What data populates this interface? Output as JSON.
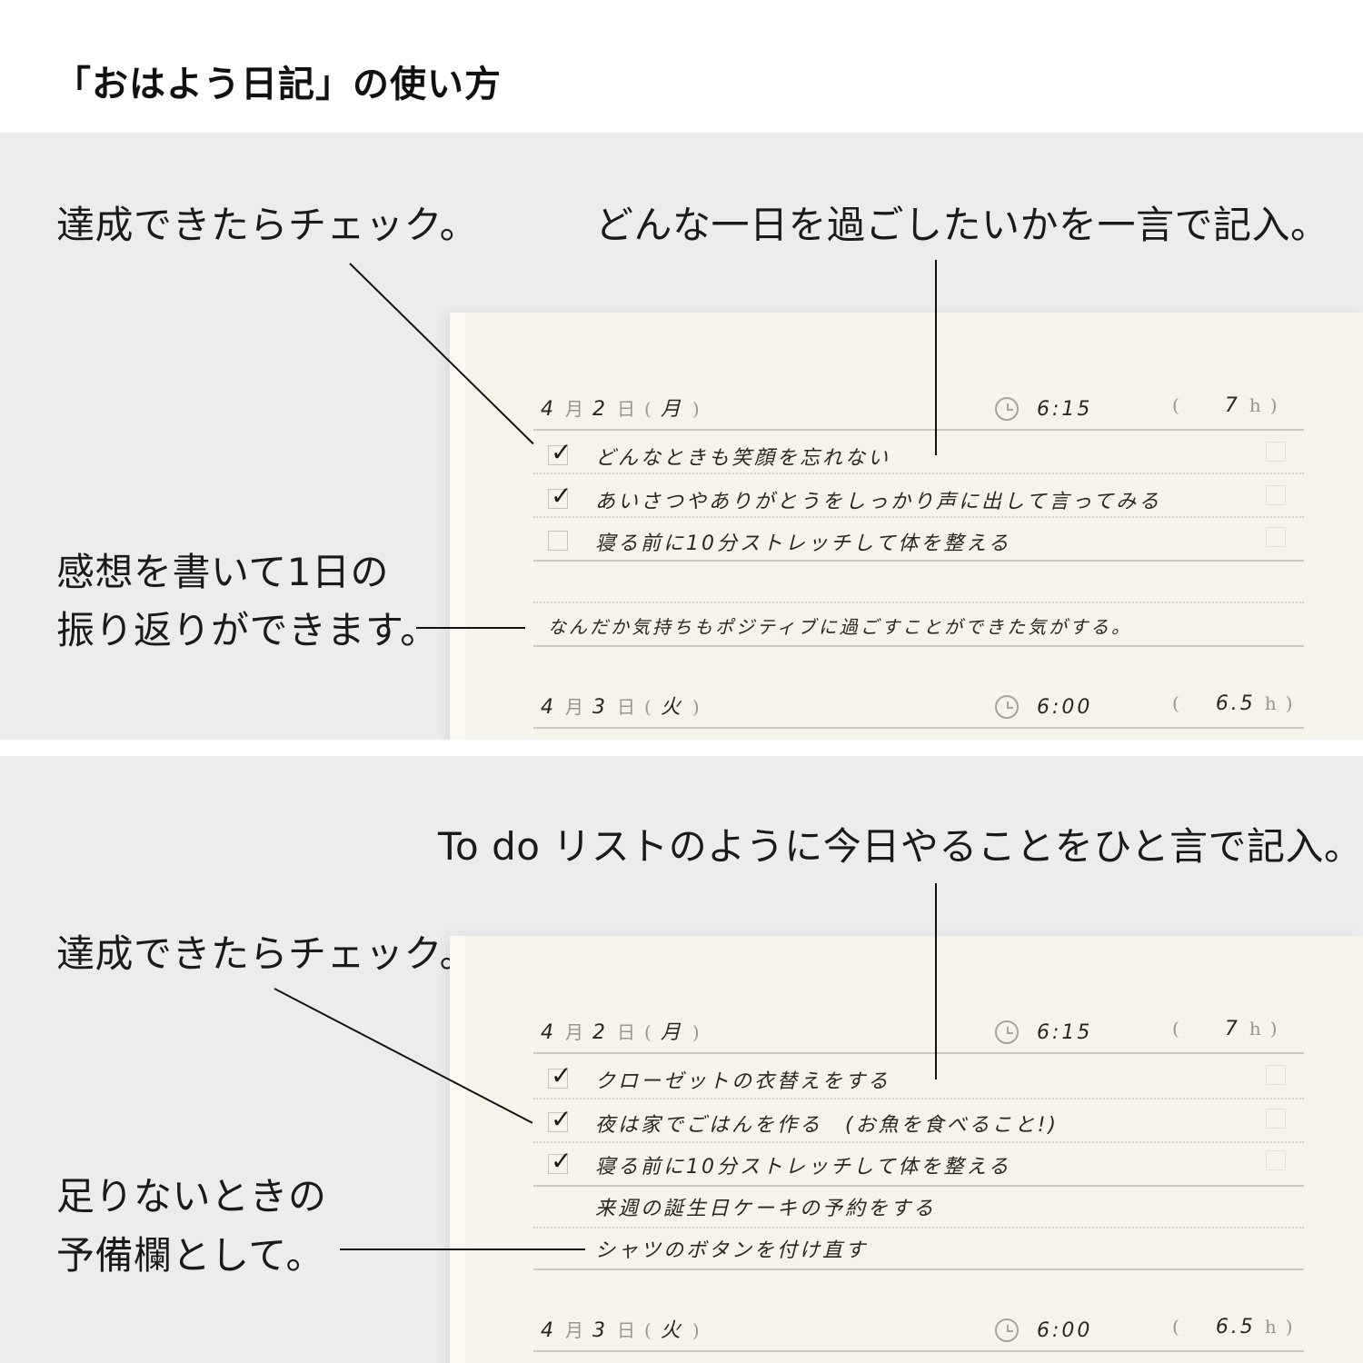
{
  "title": "「おはよう日記」の使い方",
  "panels": [
    {
      "callouts": {
        "check": "達成できたらチェック。",
        "goal": "どんな一日を過ごしたいかを一言で記入。",
        "reflection_line1": "感想を書いて1日の",
        "reflection_line2": "振り返りができます。"
      },
      "entry": {
        "date": {
          "month": "4",
          "month_label": "月",
          "day": "2",
          "day_label": "日",
          "weekday": "月",
          "open": "(",
          "close": ")"
        },
        "wake_time": "6:15",
        "sleep_hours": "7",
        "sleep_unit": "h",
        "sleep_open": "(",
        "sleep_close": ")",
        "tasks": [
          {
            "text": "どんなときも笑顔を忘れない",
            "checked": true,
            "tick": "✓"
          },
          {
            "text": "あいさつやありがとうをしっかり声に出して言ってみる",
            "checked": true,
            "tick": "✓"
          },
          {
            "text": "寝る前に10分ストレッチして体を整える",
            "checked": false,
            "tick": ""
          }
        ],
        "reflection": "なんだか気持ちもポジティブに過ごすことができた気がする。"
      },
      "next_entry": {
        "date": {
          "month": "4",
          "month_label": "月",
          "day": "3",
          "day_label": "日",
          "weekday": "火",
          "open": "(",
          "close": ")"
        },
        "wake_time": "6:00",
        "sleep_hours": "6.5",
        "sleep_unit": "h",
        "sleep_open": "(",
        "sleep_close": ")"
      }
    },
    {
      "callouts": {
        "todo": "To do リストのように今日やることをひと言で記入。",
        "check": "達成できたらチェック。",
        "spare_line1": "足りないときの",
        "spare_line2": "予備欄として。"
      },
      "entry": {
        "date": {
          "month": "4",
          "month_label": "月",
          "day": "2",
          "day_label": "日",
          "weekday": "月",
          "open": "(",
          "close": ")"
        },
        "wake_time": "6:15",
        "sleep_hours": "7",
        "sleep_unit": "h",
        "sleep_open": "(",
        "sleep_close": ")",
        "tasks": [
          {
            "text": "クローゼットの衣替えをする",
            "checked": true,
            "tick": "✓"
          },
          {
            "text": "夜は家でごはんを作る　(お魚を食べること!)",
            "checked": true,
            "tick": "✓"
          },
          {
            "text": "寝る前に10分ストレッチして体を整える",
            "checked": true,
            "tick": "✓"
          }
        ],
        "spare": [
          "来週の誕生日ケーキの予約をする",
          "シャツのボタンを付け直す"
        ]
      },
      "next_entry": {
        "date": {
          "month": "4",
          "month_label": "月",
          "day": "3",
          "day_label": "日",
          "weekday": "火",
          "open": "(",
          "close": ")"
        },
        "wake_time": "6:00",
        "sleep_hours": "6.5",
        "sleep_unit": "h",
        "sleep_open": "(",
        "sleep_close": ")"
      }
    }
  ],
  "colors": {
    "panel_bg": "#ececec",
    "paper_bg": "#f6f3ea",
    "ink": "#2a2622",
    "print_gray": "#9a948a",
    "rule": "#cfc9bd"
  }
}
